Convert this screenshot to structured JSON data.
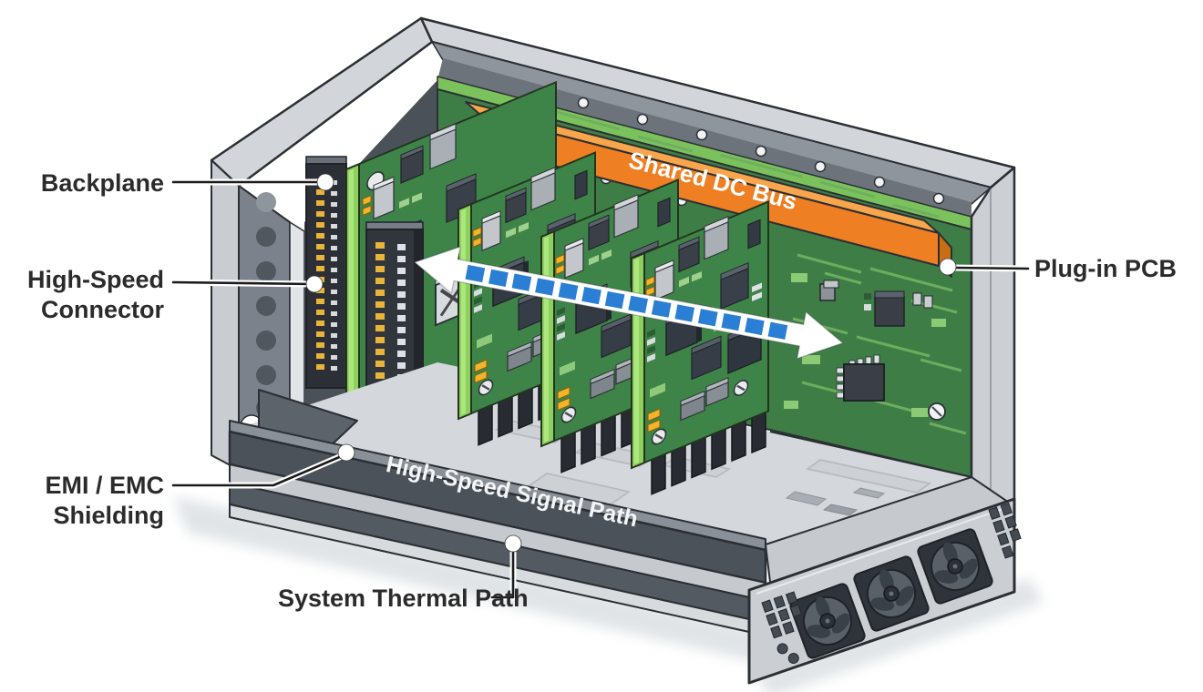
{
  "diagram": {
    "callouts": [
      {
        "id": "backplane",
        "lines": [
          "Backplane"
        ]
      },
      {
        "id": "high-speed-connector",
        "lines": [
          "High-Speed",
          "Connector"
        ]
      },
      {
        "id": "emi-emc-shielding",
        "lines": [
          "EMI / EMC",
          "Shielding"
        ]
      },
      {
        "id": "system-thermal-path",
        "lines": [
          "System Thermal Path"
        ]
      },
      {
        "id": "plug-in-pcb",
        "lines": [
          "Plug-in PCB"
        ]
      }
    ],
    "overlays": [
      {
        "id": "shared-dc-bus",
        "text": "Shared DC Bus"
      },
      {
        "id": "high-speed-signal-path",
        "text": "High-Speed Signal Path"
      }
    ],
    "colors": {
      "background": "#FFFFFF",
      "label_text": "#2B2B2B",
      "pcb_green": "#3E8448",
      "pcb_edge_green": "#8ED05E",
      "bus_orange": "#EE7F22",
      "arrow_blue": "#2A7FD4",
      "chassis_gray": "#CDD1D5",
      "shield_bar_gray": "#4C525A"
    }
  }
}
